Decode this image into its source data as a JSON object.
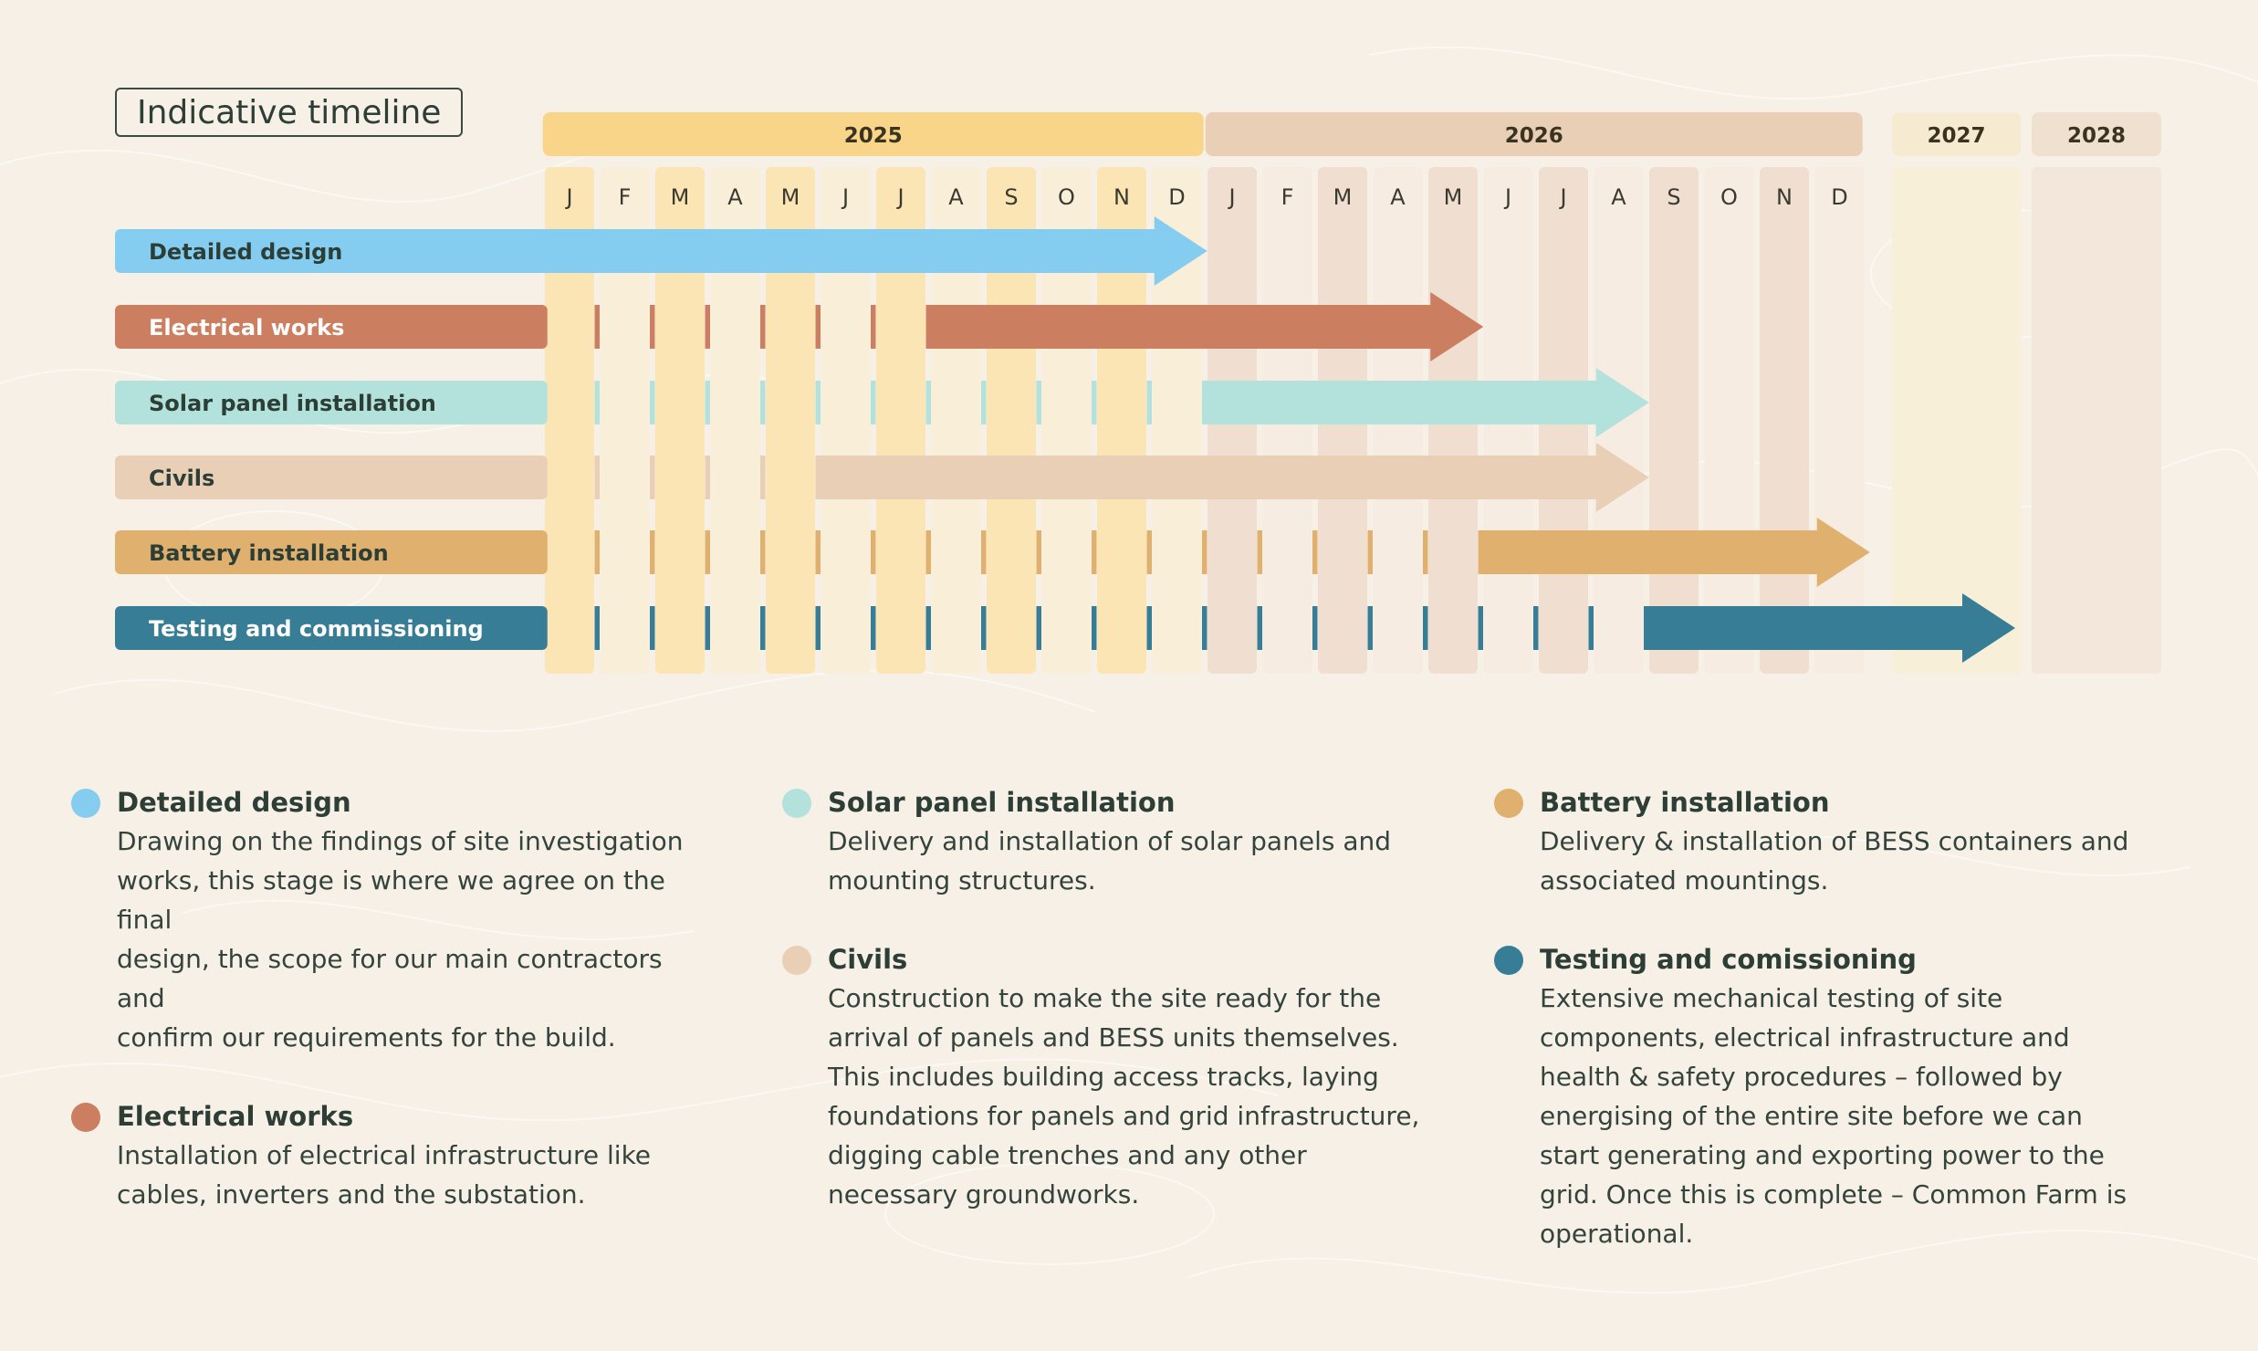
{
  "title": "Indicative timeline",
  "colors": {
    "background": "#f6f0e6",
    "year_2025": "#f8d588",
    "year_2026": "#e8cfb6",
    "year_2027": "#f6ead0",
    "year_2028": "#efe0d0",
    "col_2025_a": "#fbe5b4",
    "col_2025_b": "#f9eed8",
    "col_2026_a": "#f0dfd0",
    "col_2026_b": "#f6ece2",
    "col_2027": "#f8efd8",
    "col_2028": "#f3e6da"
  },
  "chart_data": {
    "type": "gantt",
    "years": [
      {
        "label": "2025",
        "months": [
          "J",
          "F",
          "M",
          "A",
          "M",
          "J",
          "J",
          "A",
          "S",
          "O",
          "N",
          "D"
        ]
      },
      {
        "label": "2026",
        "months": [
          "J",
          "F",
          "M",
          "A",
          "M",
          "J",
          "J",
          "A",
          "S",
          "O",
          "N",
          "D"
        ]
      },
      {
        "label": "2027",
        "months": []
      },
      {
        "label": "2028",
        "months": []
      }
    ],
    "tasks": [
      {
        "name": "Detailed design",
        "color": "#84cdf1",
        "text_color": "#2c3e36",
        "start": "2025-01",
        "end": "2025-12"
      },
      {
        "name": "Electrical works",
        "color": "#cc7e60",
        "text_color": "#ffffff",
        "start": "2025-08",
        "end": "2026-05"
      },
      {
        "name": "Solar panel installation",
        "color": "#b2e2db",
        "text_color": "#2c3e36",
        "start": "2026-01",
        "end": "2026-08"
      },
      {
        "name": "Civils",
        "color": "#e8cfb6",
        "text_color": "#2c3e36",
        "start": "2025-06",
        "end": "2026-08"
      },
      {
        "name": "Battery installation",
        "color": "#e0b06e",
        "text_color": "#2c3e36",
        "start": "2026-06",
        "end": "2026-12"
      },
      {
        "name": "Testing and commissioning",
        "color": "#387d96",
        "text_color": "#ffffff",
        "start": "2026-09",
        "end": "2027"
      }
    ]
  },
  "legend": {
    "columns": [
      [
        {
          "title": "Detailed design",
          "color": "#84cdf1",
          "lines": [
            "Drawing on the findings of site investigation",
            "works, this stage is where we agree on the final",
            "design, the scope for our main contractors and",
            "confirm our requirements for the build."
          ]
        },
        {
          "title": "Electrical works",
          "color": "#cc7e60",
          "lines": [
            "Installation of electrical  infrastructure like",
            "cables, inverters and the substation."
          ]
        }
      ],
      [
        {
          "title": "Solar panel installation",
          "color": "#b2e2db",
          "lines": [
            "Delivery and installation of solar panels and",
            "mounting structures."
          ]
        },
        {
          "title": "Civils",
          "color": "#e8cfb6",
          "lines": [
            "Construction to make the site ready for the",
            "arrival of panels and BESS units themselves.",
            "This includes building access tracks, laying",
            "foundations for panels and grid infrastructure,",
            "digging cable trenches and any other",
            "necessary groundworks."
          ]
        }
      ],
      [
        {
          "title": "Battery installation",
          "color": "#e0b06e",
          "lines": [
            "Delivery & installation of BESS containers and",
            "associated mountings."
          ]
        },
        {
          "title": "Testing and comissioning",
          "color": "#387d96",
          "lines": [
            "Extensive mechanical testing of site",
            "components, electrical infrastructure and",
            "health & safety procedures – followed by",
            "energising of the entire site before we can",
            "start generating and exporting power to the",
            "grid. Once this is complete – Common Farm is",
            "operational."
          ]
        }
      ]
    ]
  }
}
